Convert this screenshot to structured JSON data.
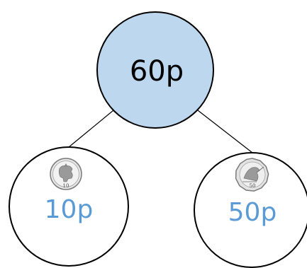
{
  "whole": {
    "label": "60p",
    "fill": "#bdd7ee"
  },
  "parts": [
    {
      "label": "10p",
      "coin_icon": "ten-pence-coin-icon",
      "coin_text": "10"
    },
    {
      "label": "50p",
      "coin_icon": "fifty-pence-coin-icon",
      "coin_text": "50"
    }
  ],
  "colors": {
    "outline": "#000000",
    "part_text": "#5b9bd5"
  }
}
